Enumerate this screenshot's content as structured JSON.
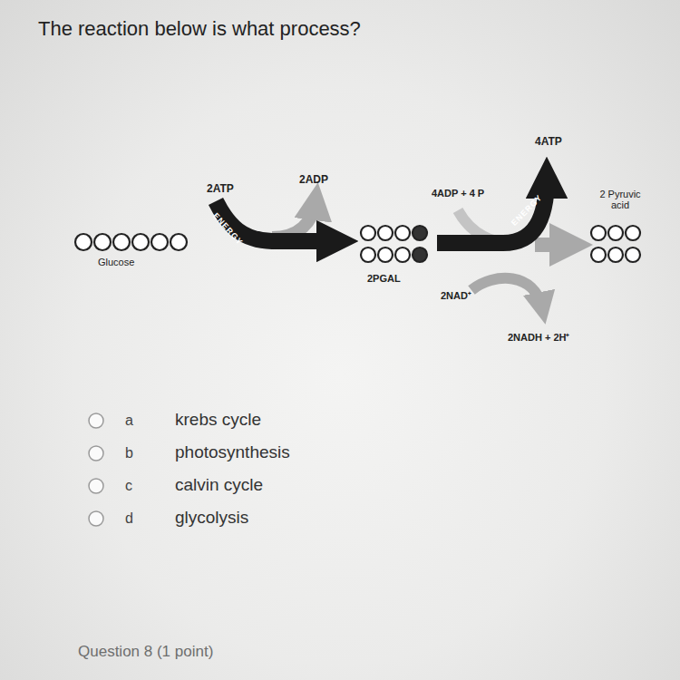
{
  "diagram": {
    "title": "The reaction below is what process?",
    "labels": [
      "2ATP",
      "2ADP",
      "ENERGY",
      "Glucose",
      "2PGAL",
      "4ADP + 4 P",
      "4ATP",
      "ENERGY",
      "2 Pyruvic acid",
      "2NAD⁺",
      "2NADH + 2H⁺",
      "a",
      "krebs cycle",
      "b",
      "photosynthesis",
      "c",
      "calvin cycle",
      "d",
      "glycolysis",
      "Question 8 (1 point)"
    ]
  }
}
